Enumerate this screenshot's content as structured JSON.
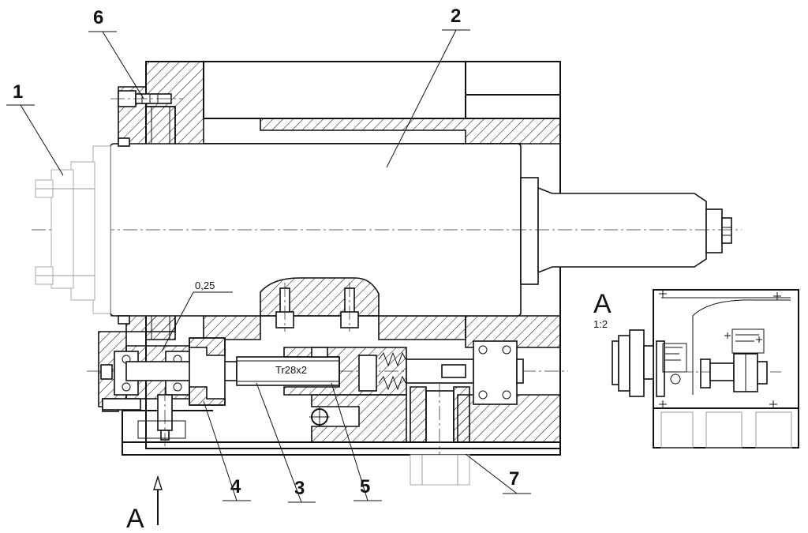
{
  "callouts": [
    {
      "id": "1",
      "text": "1"
    },
    {
      "id": "2",
      "text": "2"
    },
    {
      "id": "3",
      "text": "3"
    },
    {
      "id": "4",
      "text": "4"
    },
    {
      "id": "5",
      "text": "5"
    },
    {
      "id": "6",
      "text": "6"
    },
    {
      "id": "7",
      "text": "7"
    }
  ],
  "annotations": {
    "clearance": "0,25",
    "thread": "Tr28x2"
  },
  "view": {
    "letter": "A",
    "scale": "1:2",
    "arrow_letter": "A"
  },
  "colors": {
    "line": "#111111",
    "faint": "#999999",
    "background": "#ffffff"
  }
}
